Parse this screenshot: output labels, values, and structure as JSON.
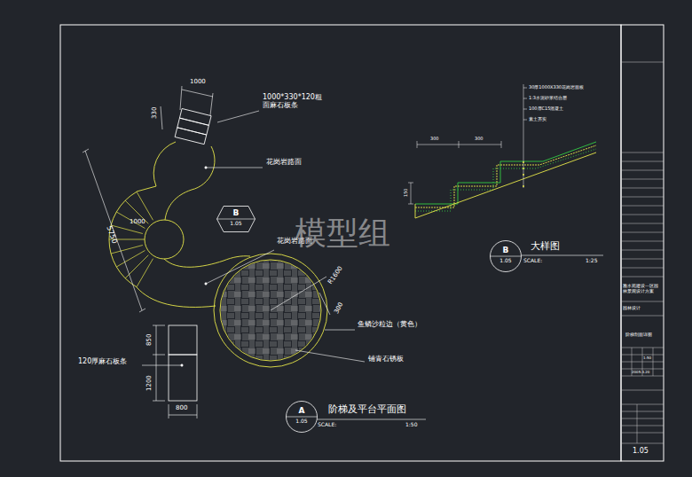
{
  "diagram": {
    "nodes": [
      {
        "text": [
          "B",
          "1.05"
        ]
      },
      {
        "text": [
          "A",
          "1.05"
        ]
      },
      {
        "text": [
          "B",
          "1.05"
        ]
      }
    ],
    "labels": [
      "1000",
      "330",
      "1000*330*120粗 面麻石板条",
      "花岗岩路面",
      "1000",
      "5750",
      "花岗岩路面",
      "R1600",
      "300",
      "鱼鳞沙粒边（黄色）",
      "铺青石锈板",
      "850",
      "1200",
      "120厚麻石板条",
      "800",
      "阶梯及平台平面图",
      "SCALE:",
      "1:50",
      "大样图",
      "SCALE:",
      "1:25",
      "300",
      "300",
      "150",
      "30厚1000X330花岗岩面板",
      "1:3水泥砂浆结合层",
      "100厚C15混凝土",
      "素土夯实",
      "模型组",
      "雅水苑建设一区园林景观设计方案",
      "园林设计",
      "阶梯剖面详图",
      "1:50",
      "2005.3.20",
      "1.05"
    ]
  }
}
